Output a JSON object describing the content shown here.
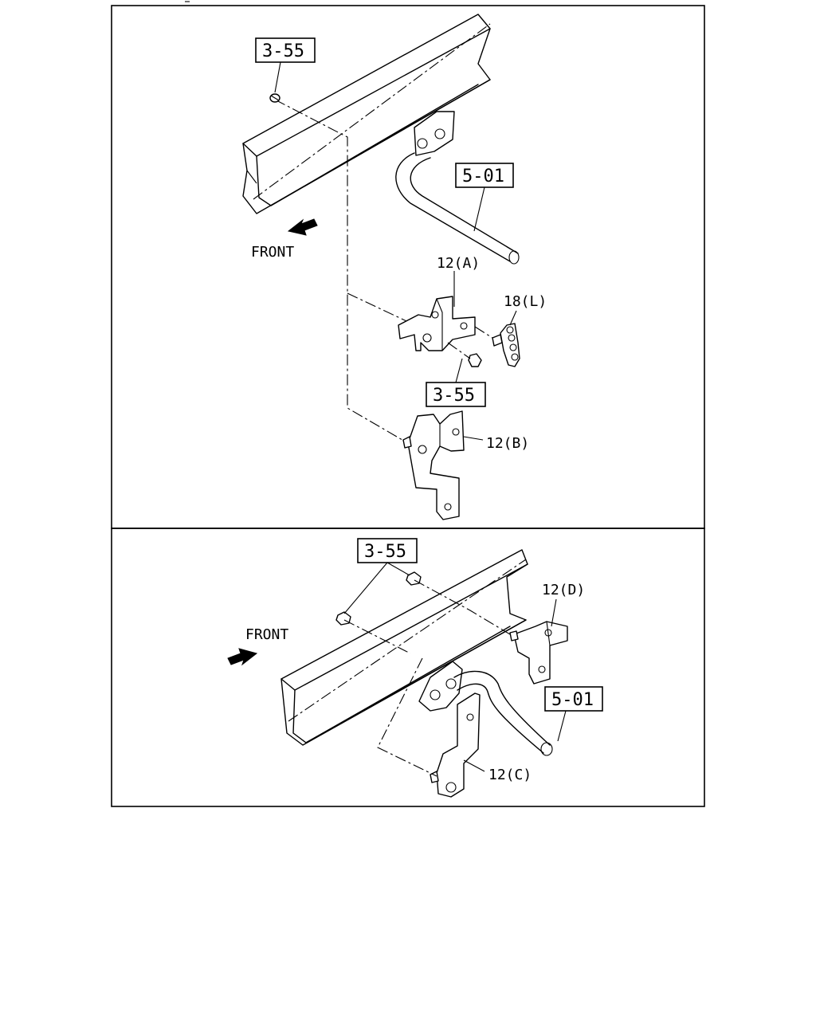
{
  "top_panel": {
    "callouts": {
      "bolt_ref_top": "3-55",
      "stabilizer_ref": "5-01",
      "bolt_ref_mid": "3-55"
    },
    "labels": {
      "front": "FRONT",
      "bracket_a": "12(A)",
      "clip_l": "18(L)",
      "bracket_b": "12(B)"
    }
  },
  "bottom_panel": {
    "callouts": {
      "bolt_ref": "3-55",
      "stabilizer_ref": "5-01"
    },
    "labels": {
      "front": "FRONT",
      "bracket_d": "12(D)",
      "bracket_c": "12(C)"
    }
  }
}
